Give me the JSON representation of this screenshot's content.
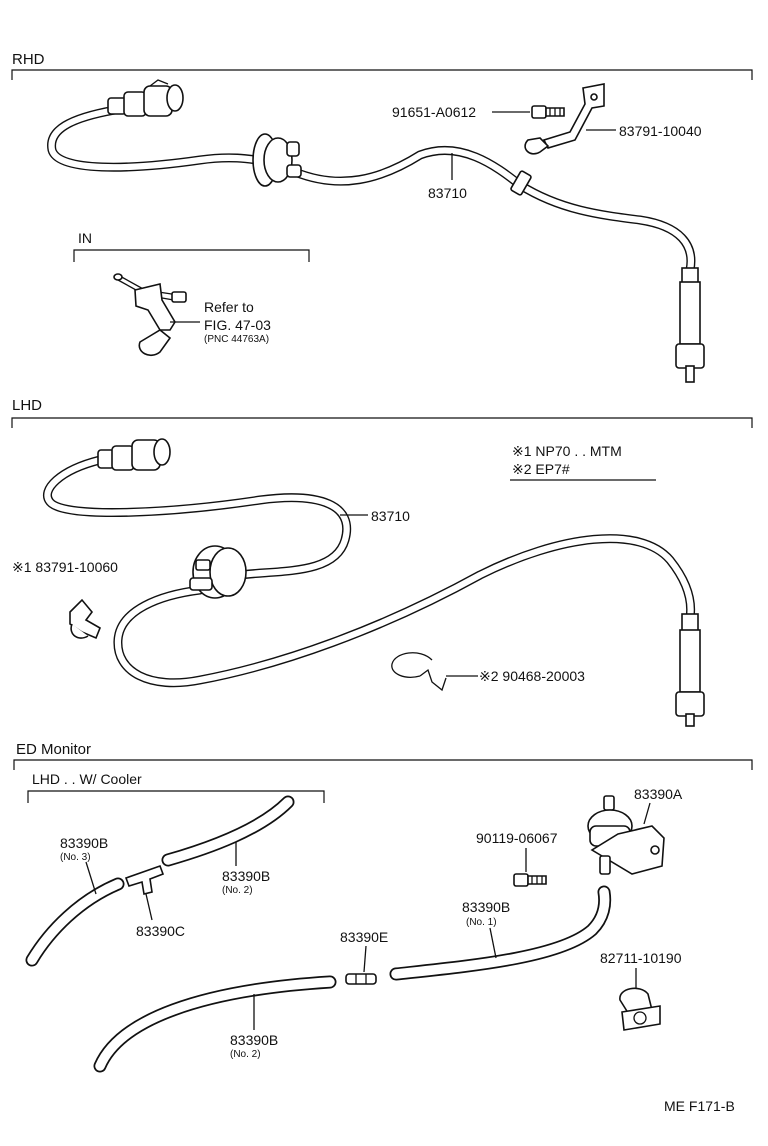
{
  "sections": {
    "rhd": {
      "title": "RHD",
      "labels": {
        "bolt": "91651-A0612",
        "bracket": "83791-10040",
        "cable": "83710"
      },
      "inset": {
        "title": "IN",
        "refer": "Refer to",
        "fig": "FIG. 47-03",
        "pnc": "(PNC 44763A)"
      }
    },
    "lhd": {
      "title": "LHD",
      "cable": "83710",
      "clamp": "※1 83791-10060",
      "ring": "※2 90468-20003",
      "notes": [
        "※1 NP70 . . MTM",
        "※2 EP7#"
      ]
    },
    "ed_monitor": {
      "title": "ED Monitor",
      "sub": "LHD . . W/ Cooler",
      "parts": {
        "b3": "83390B",
        "b3_no": "(No. 3)",
        "b2_top": "83390B",
        "b2_top_no": "(No. 2)",
        "c": "83390C",
        "e": "83390E",
        "b1": "83390B",
        "b1_no": "(No. 1)",
        "b2_bottom": "83390B",
        "b2_bottom_no": "(No. 2)",
        "a": "83390A",
        "bolt": "90119-06067",
        "clamp": "82711-10190"
      }
    }
  },
  "footer": {
    "code": "ME  F171-B"
  }
}
